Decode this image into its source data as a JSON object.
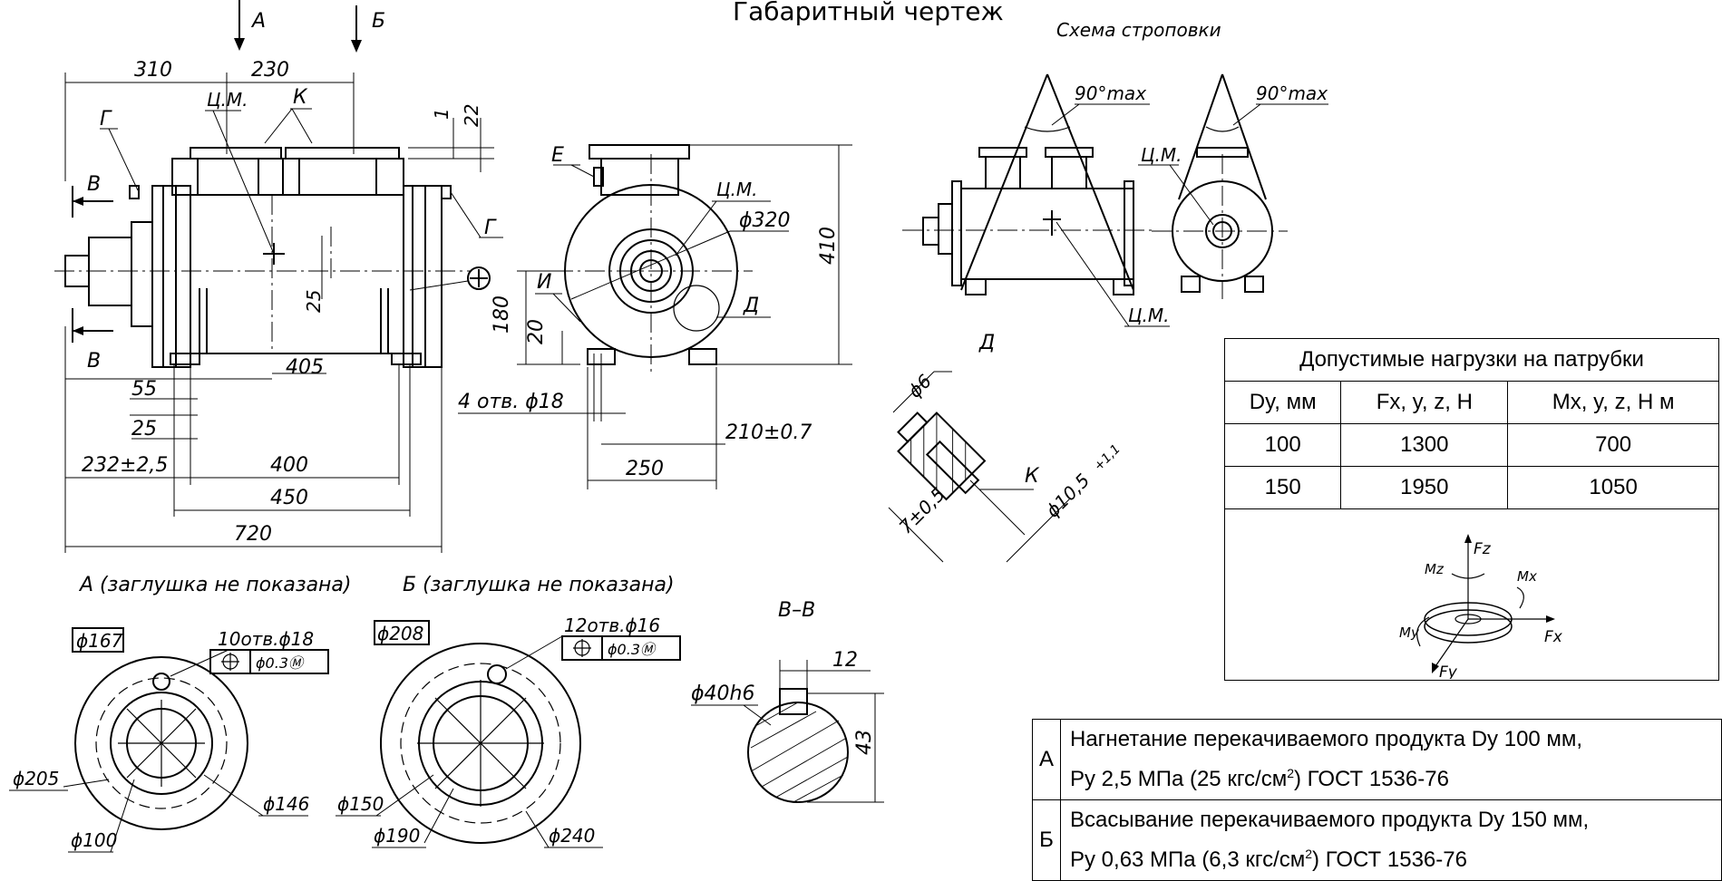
{
  "title": "Габаритный чертеж",
  "sling_scheme": {
    "title": "Схема строповки",
    "angle_label": "90°max",
    "cog_label": "Ц.М."
  },
  "main_view": {
    "section_arrows": {
      "a": "А",
      "b": "Б",
      "v": "В"
    },
    "labels": {
      "g": "Г",
      "cog": "Ц.М.",
      "k": "К",
      "e": "Е",
      "i": "И",
      "d": "Д"
    },
    "dims": {
      "d310": "310",
      "d230": "230",
      "d1": "1",
      "d22": "22",
      "d25": "25",
      "d405": "405",
      "d55": "55",
      "d25b": "25",
      "d232": "232±2,5",
      "d400": "400",
      "d450": "450",
      "d720": "720",
      "d320": "ϕ320",
      "d410": "410",
      "d180": "180",
      "d20": "20",
      "holes": "4 отв. ϕ18",
      "d210": "210±0.7",
      "d250": "250"
    }
  },
  "detail_d": {
    "label": "Д",
    "d6": "ϕ6",
    "d7": "7±0,5",
    "k": "К",
    "d105": "ϕ10,5",
    "tol": "+1,1"
  },
  "view_a": {
    "title": "А (заглушка не показана)",
    "box": "ϕ167",
    "holes": "10отв.ϕ18",
    "pos_tol": "ϕ0.3Ⓜ",
    "d205": "ϕ205",
    "d146": "ϕ146",
    "d100": "ϕ100"
  },
  "view_b": {
    "title": "Б (заглушка не показана)",
    "box": "ϕ208",
    "holes": "12отв.ϕ16",
    "pos_tol": "ϕ0.3Ⓜ",
    "d150": "ϕ150",
    "d190": "ϕ190",
    "d240": "ϕ240"
  },
  "section_vv": {
    "title": "В–В",
    "d12": "12",
    "shaft": "ϕ40h6",
    "d43": "43"
  },
  "loads_table": {
    "caption": "Допустимые нагрузки на патрубки",
    "headers": [
      "Dy, мм",
      "Fx, y, z, H",
      "Mx, y, z, H м"
    ],
    "rows": [
      [
        "100",
        "1300",
        "700"
      ],
      [
        "150",
        "1950",
        "1050"
      ]
    ],
    "diagram": {
      "fz": "Fz",
      "fx": "Fx",
      "fy": "Fy",
      "mz": "Mz",
      "mx": "Mx",
      "my": "My"
    }
  },
  "notes": [
    {
      "key": "А",
      "line1": "Нагнетание перекачиваемого продукта Dy 100 мм,",
      "line2a": "Ру 2,5 МПа (25 кгс/см",
      "sup": "2",
      "line2b": ") ГОСТ 1536-76"
    },
    {
      "key": "Б",
      "line1": "Всасывание перекачиваемого продукта Dy 150 мм,",
      "line2a": "Ру 0,63 МПа (6,3 кгс/см",
      "sup": "2",
      "line2b": ") ГОСТ 1536-76"
    }
  ]
}
